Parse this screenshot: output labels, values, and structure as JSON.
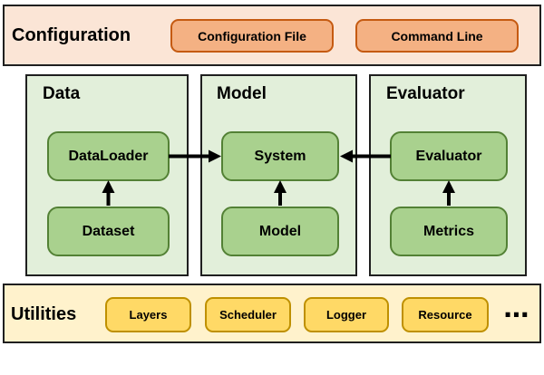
{
  "diagram": {
    "configuration": {
      "title": "Configuration",
      "boxes": [
        {
          "label": "Configuration File"
        },
        {
          "label": "Command Line"
        }
      ]
    },
    "panels": [
      {
        "title": "Data",
        "boxes": [
          {
            "label": "DataLoader"
          },
          {
            "label": "Dataset"
          }
        ]
      },
      {
        "title": "Model",
        "boxes": [
          {
            "label": "System"
          },
          {
            "label": "Model"
          }
        ]
      },
      {
        "title": "Evaluator",
        "boxes": [
          {
            "label": "Evaluator"
          },
          {
            "label": "Metrics"
          }
        ]
      }
    ],
    "utilities": {
      "title": "Utilities",
      "boxes": [
        {
          "label": "Layers"
        },
        {
          "label": "Scheduler"
        },
        {
          "label": "Logger"
        },
        {
          "label": "Resource"
        }
      ],
      "ellipsis": "⋯"
    },
    "arrows": [
      {
        "from": "Dataset",
        "to": "DataLoader"
      },
      {
        "from": "Model",
        "to": "System"
      },
      {
        "from": "Metrics",
        "to": "Evaluator"
      },
      {
        "from": "DataLoader",
        "to": "System"
      },
      {
        "from": "Evaluator",
        "to": "System"
      }
    ],
    "colors": {
      "configuration_bg": "#FBE5D6",
      "configuration_box": "#F4B183",
      "configuration_border": "#C55A11",
      "panel_bg": "#E2EFDA",
      "node_box": "#A9D18E",
      "node_border": "#538135",
      "utilities_bg": "#FFF2CC",
      "utilities_box": "#FFD966",
      "utilities_border": "#BF9000",
      "outline": "#1F1F1F",
      "arrow": "#000000",
      "text": "#000000"
    }
  }
}
